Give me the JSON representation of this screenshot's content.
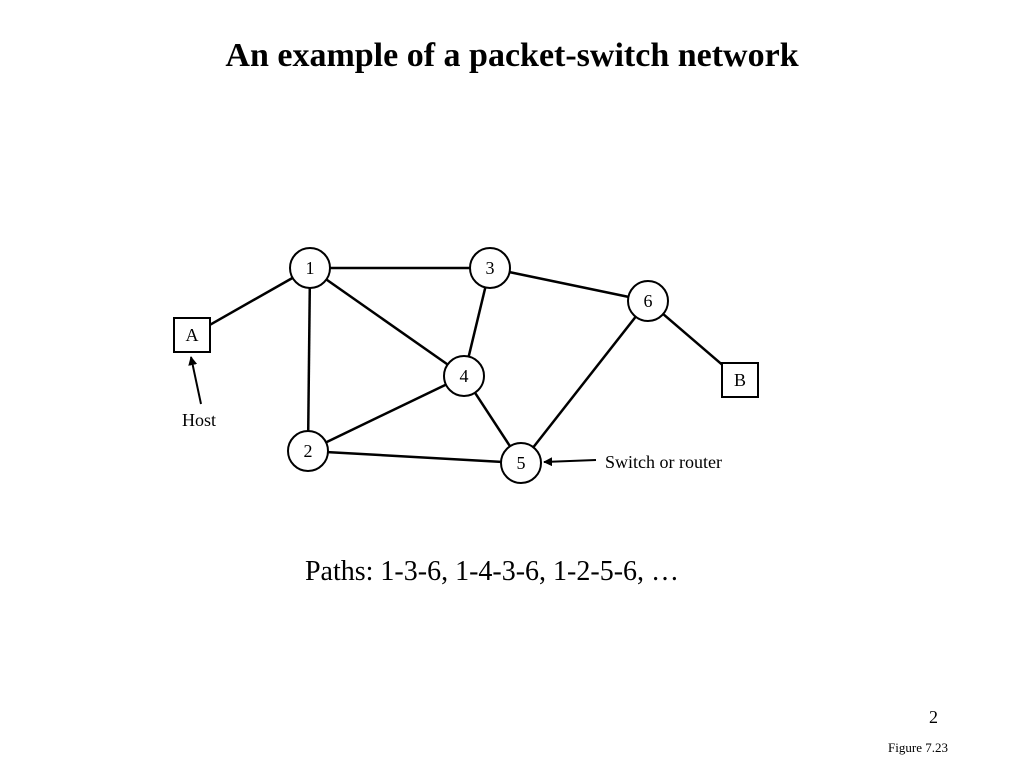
{
  "title": "An example of a packet-switch network",
  "network": {
    "switches": [
      {
        "id": "1",
        "label": "1"
      },
      {
        "id": "2",
        "label": "2"
      },
      {
        "id": "3",
        "label": "3"
      },
      {
        "id": "4",
        "label": "4"
      },
      {
        "id": "5",
        "label": "5"
      },
      {
        "id": "6",
        "label": "6"
      }
    ],
    "hosts": [
      {
        "id": "A",
        "label": "A"
      },
      {
        "id": "B",
        "label": "B"
      }
    ],
    "links": [
      [
        "A",
        "1"
      ],
      [
        "1",
        "3"
      ],
      [
        "1",
        "2"
      ],
      [
        "1",
        "4"
      ],
      [
        "3",
        "4"
      ],
      [
        "3",
        "6"
      ],
      [
        "2",
        "4"
      ],
      [
        "2",
        "5"
      ],
      [
        "4",
        "5"
      ],
      [
        "5",
        "6"
      ],
      [
        "6",
        "B"
      ]
    ]
  },
  "annotations": {
    "host": "Host",
    "switch_or_router": "Switch or router"
  },
  "paths_text": "Paths: 1-3-6, 1-4-3-6, 1-2-5-6, …",
  "slide_number": "2",
  "figure_label": "Figure 7.23"
}
